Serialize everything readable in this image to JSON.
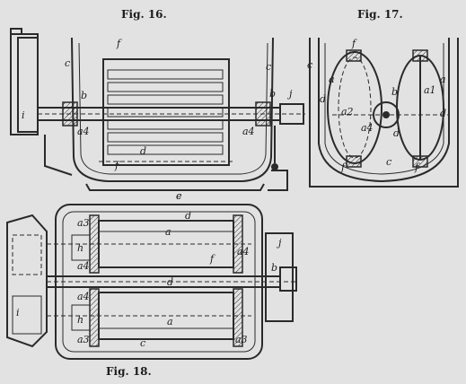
{
  "figures": {
    "fig16": {
      "caption": "Fig. 16.",
      "labels": {
        "c_left": "c",
        "c_right": "c",
        "f_top": "f",
        "b_left": "b",
        "b_right": "b",
        "i": "i",
        "j": "j",
        "a4_left": "a4",
        "a4_right": "a4",
        "f_bottom": "f",
        "d": "d",
        "e": "e"
      }
    },
    "fig17": {
      "caption": "Fig. 17.",
      "labels": {
        "c_left": "c",
        "f_top": "f",
        "a_left": "a",
        "a_right": "a",
        "a1": "a1",
        "a2": "a2",
        "a4": "a4",
        "b": "b",
        "d_left": "d",
        "d_right": "d",
        "d_mid": "d",
        "c_bottom": "c",
        "f_bottom_left": "f",
        "f_bottom_right": "f"
      }
    },
    "fig18": {
      "caption": "Fig. 18.",
      "labels": {
        "c_top": "c",
        "d_top": "d",
        "a_top": "a",
        "a3_tl": "a3",
        "h_top": "h",
        "a4_tl": "a4",
        "f_right": "f",
        "a4_right": "a4",
        "d_mid": "d",
        "b": "b",
        "j": "j",
        "a4_bl": "a4",
        "i": "i",
        "h_bottom": "h",
        "a_bottom": "a",
        "a3_bl": "a3",
        "c_bottom": "c",
        "a3_br": "a3"
      }
    }
  }
}
